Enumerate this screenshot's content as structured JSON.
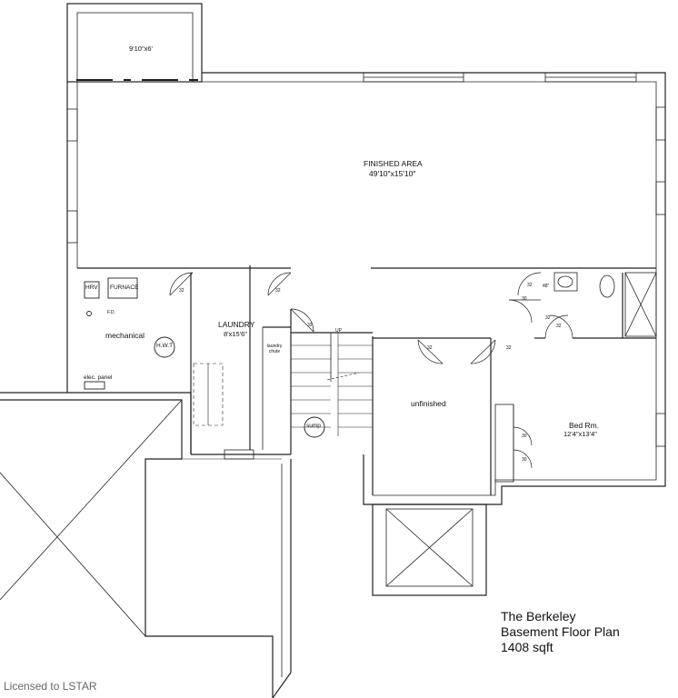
{
  "rooms": {
    "top_room_dim": "9'10\"x6'",
    "finished_area_name": "FINISHED AREA",
    "finished_area_dim": "49'10\"x15'10\"",
    "hrv": "HRV",
    "furnace": "FURNACE",
    "floor_drain": "F.D.",
    "mechanical": "mechanical",
    "hwt": "H.W.T",
    "elec_panel": "elec. panel",
    "laundry_name": "LAUNDRY",
    "laundry_dim": "8'x15'6\"",
    "laundry_chute": "laundry chute",
    "sump": "sump",
    "unfinished": "unfinished",
    "bedroom_name": "Bed Rm.",
    "bedroom_dim": "12'4\"x13'4\""
  },
  "door_labels": [
    "32",
    "32",
    "32",
    "32",
    "32",
    "32",
    "32",
    "30",
    "32",
    "30",
    "30"
  ],
  "small_labels": {
    "shelf_48": "48\"",
    "stair_up": "UP"
  },
  "title_block": {
    "line1": "The Berkeley",
    "line2": "Basement Floor Plan",
    "line3": "1408 sqft"
  },
  "watermark": "Licensed to LSTAR"
}
